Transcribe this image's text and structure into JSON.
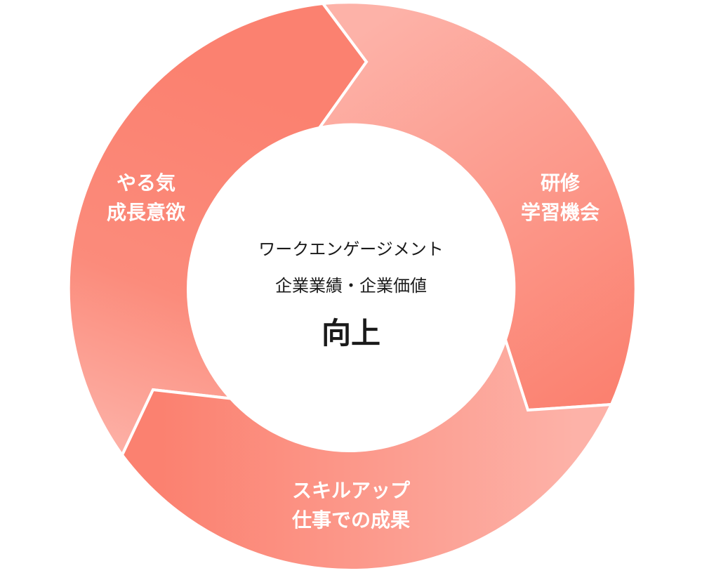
{
  "diagram": {
    "segments": [
      {
        "id": "left",
        "lines": [
          "やる気",
          "成長意欲"
        ]
      },
      {
        "id": "right",
        "lines": [
          "研修",
          "学習機会"
        ]
      },
      {
        "id": "bottom",
        "lines": [
          "スキルアップ",
          "仕事での成果"
        ]
      }
    ],
    "center": {
      "line1": "ワークエンゲージメント",
      "line2": "企業業績・企業価値",
      "title": "向上"
    }
  },
  "colors": {
    "segment_dark": "#FB8170",
    "segment_light": "#FDB2A8",
    "text_on_segment": "#FFFFFF",
    "center_text": "#1A1A1A",
    "background": "#FFFFFF"
  }
}
